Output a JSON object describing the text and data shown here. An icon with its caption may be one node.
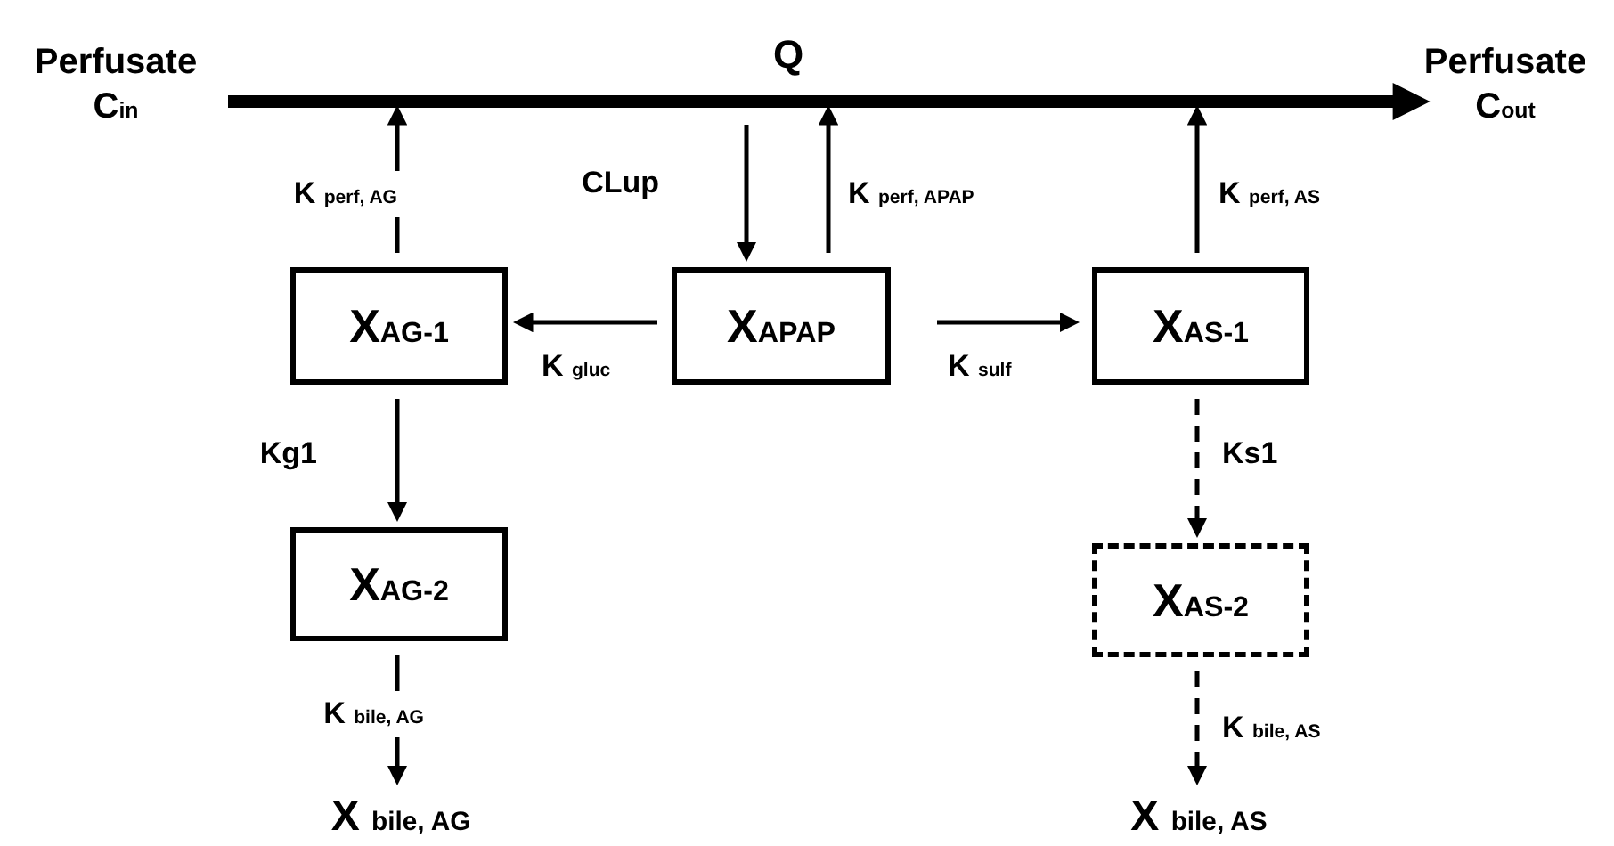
{
  "diagram": {
    "nodes": [
      {
        "text": [
          "Perfusate",
          "C$_{in}$"
        ]
      },
      {
        "text": [
          "Perfusate",
          "C$_{out}$"
        ]
      },
      {
        "text": [
          "X$_{AG-1}$"
        ]
      },
      {
        "text": [
          "X$_{APAP}$"
        ]
      },
      {
        "text": [
          "X$_{AS-1}$"
        ]
      },
      {
        "text": [
          "X$_{AG-2}$"
        ]
      },
      {
        "text": [
          "X$_{AS-2}$"
        ]
      },
      {
        "text": [
          "X $_{bile, AG}$"
        ]
      },
      {
        "text": [
          "X $_{bile, AS}$"
        ]
      }
    ],
    "edges": [
      {
        "from": 0,
        "to": 1,
        "arrow": "to",
        "label": "Q",
        "style": "thick"
      },
      {
        "from": 2,
        "to": null,
        "arrow": "to",
        "label": "K $_{perf, AG}$"
      },
      {
        "from": null,
        "to": 3,
        "arrow": "to",
        "label": "CLup"
      },
      {
        "from": 3,
        "to": null,
        "arrow": "to",
        "label": "K $_{perf, APAP}$"
      },
      {
        "from": 4,
        "to": null,
        "arrow": "to",
        "label": "K $_{perf, AS}$"
      },
      {
        "from": 3,
        "to": 2,
        "arrow": "to",
        "label": "K $_{gluc}$"
      },
      {
        "from": 3,
        "to": 4,
        "arrow": "to",
        "label": "K $_{sulf}$"
      },
      {
        "from": 2,
        "to": 5,
        "arrow": "to",
        "label": "Kg1"
      },
      {
        "from": 4,
        "to": 6,
        "arrow": "to",
        "label": "Ks1",
        "style": "dashed"
      },
      {
        "from": 5,
        "to": 7,
        "arrow": "to",
        "label": "K $_{bile, AG}$"
      },
      {
        "from": 6,
        "to": 8,
        "arrow": "to",
        "label": "K $_{bile, AS}$",
        "style": "dashed"
      }
    ]
  }
}
